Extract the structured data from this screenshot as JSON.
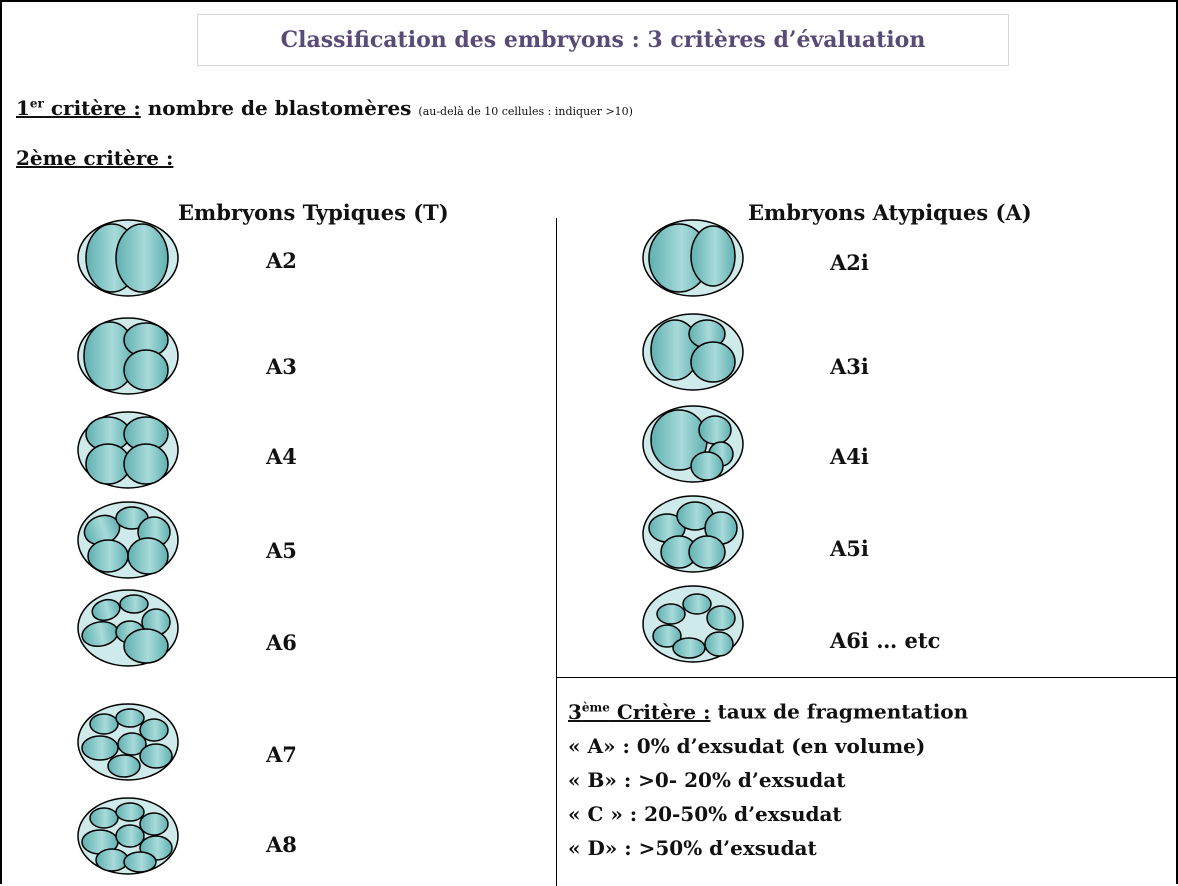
{
  "title": "Classification des embryons : 3 critères d’évaluation",
  "criterion1": {
    "label_num": "1",
    "label_sup": "er",
    "label_word": " critère :",
    "text": "nombre de blastomères",
    "note": "(au-delà de 10 cellules : indiquer >10)"
  },
  "criterion2": {
    "label": "2ème critère :"
  },
  "typical": {
    "heading": "Embryons Typiques (T)",
    "items": [
      "A2",
      "A3",
      "A4",
      "A5",
      "A6",
      "A7",
      "A8"
    ]
  },
  "atypical": {
    "heading": "Embryons Atypiques (A)",
    "items": [
      "A2i",
      "A3i",
      "A4i",
      "A5i",
      "A6i … etc"
    ]
  },
  "criterion3": {
    "label_num": "3",
    "label_sup": "ème",
    "label_word": " Critère :",
    "text": "taux de fragmentation",
    "lines": [
      "« A» : 0% d’exsudat (en volume)",
      "« B» : >0- 20% d’exsudat",
      "« C » : 20-50% d’exsudat",
      "« D» : >50% d’exsudat"
    ]
  },
  "colors": {
    "zona": "#cfeaea",
    "cell": "#5fb0b0",
    "cell_light": "#a8dada",
    "title": "#5a4a78"
  }
}
